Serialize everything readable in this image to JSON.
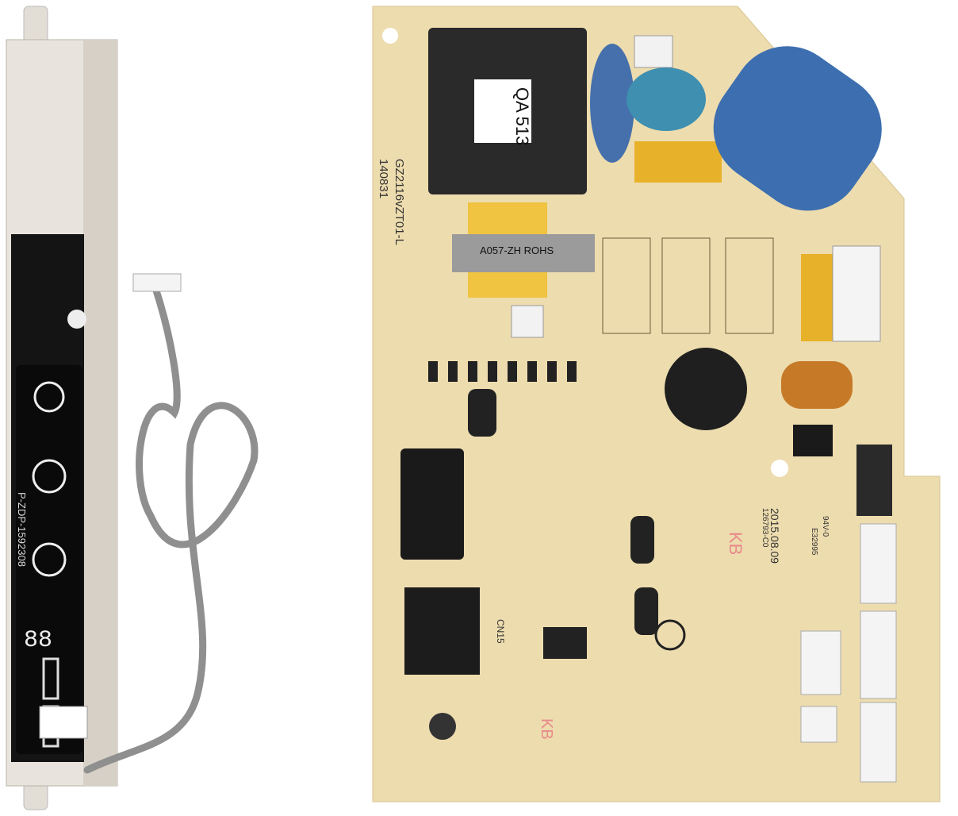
{
  "display_board": {
    "part_number": "P-ZDP-1592308",
    "digit_display": "88"
  },
  "main_board": {
    "model": "GZ2116vZT01-L",
    "batch": "140831",
    "relay_label": "QA 513",
    "transformer_label": "A057-ZH ROHS",
    "connector_label": "CN15",
    "date": "2015.08.09",
    "cert_code": "E32995",
    "flame_rating": "94V-0",
    "serial": "126793-C0",
    "inspection_mark": "KB"
  },
  "colors": {
    "pcb": "#eddcae",
    "display_panel": "#151515",
    "housing": "#e6e2dc",
    "cable": "#8f8f8f",
    "capacitor_blue": "#3d6fb0",
    "relay_yellow": "#e8b12a"
  }
}
